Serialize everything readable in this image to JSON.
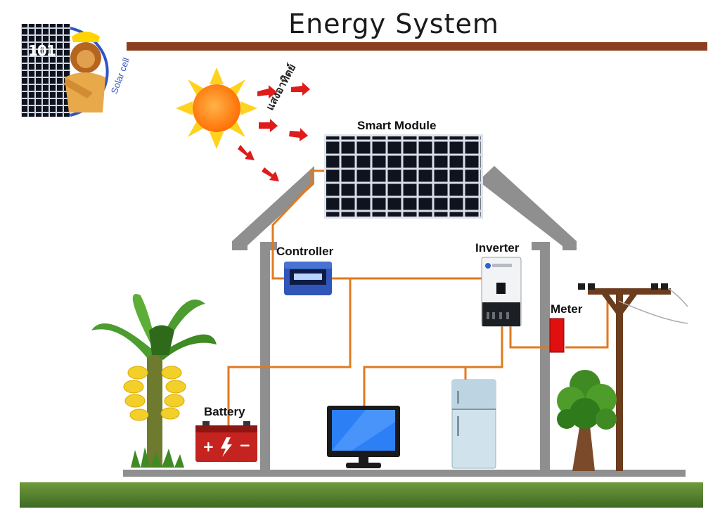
{
  "title": "Energy System",
  "logo": {
    "number": "101",
    "text": "Solar cell"
  },
  "sunlight_label": "แสงอาทิตย์",
  "labels": {
    "smart_module": "Smart Module",
    "controller": "Controller",
    "inverter": "Inverter",
    "meter": "Meter",
    "battery": "Battery"
  },
  "colors": {
    "wire": "#e07a1f",
    "title_bar": "#8b3f1f",
    "house_outline": "#8a8a8a",
    "sun": "#ff8c00",
    "arrow": "#e01b1b",
    "grass": "#4d7a2a"
  }
}
